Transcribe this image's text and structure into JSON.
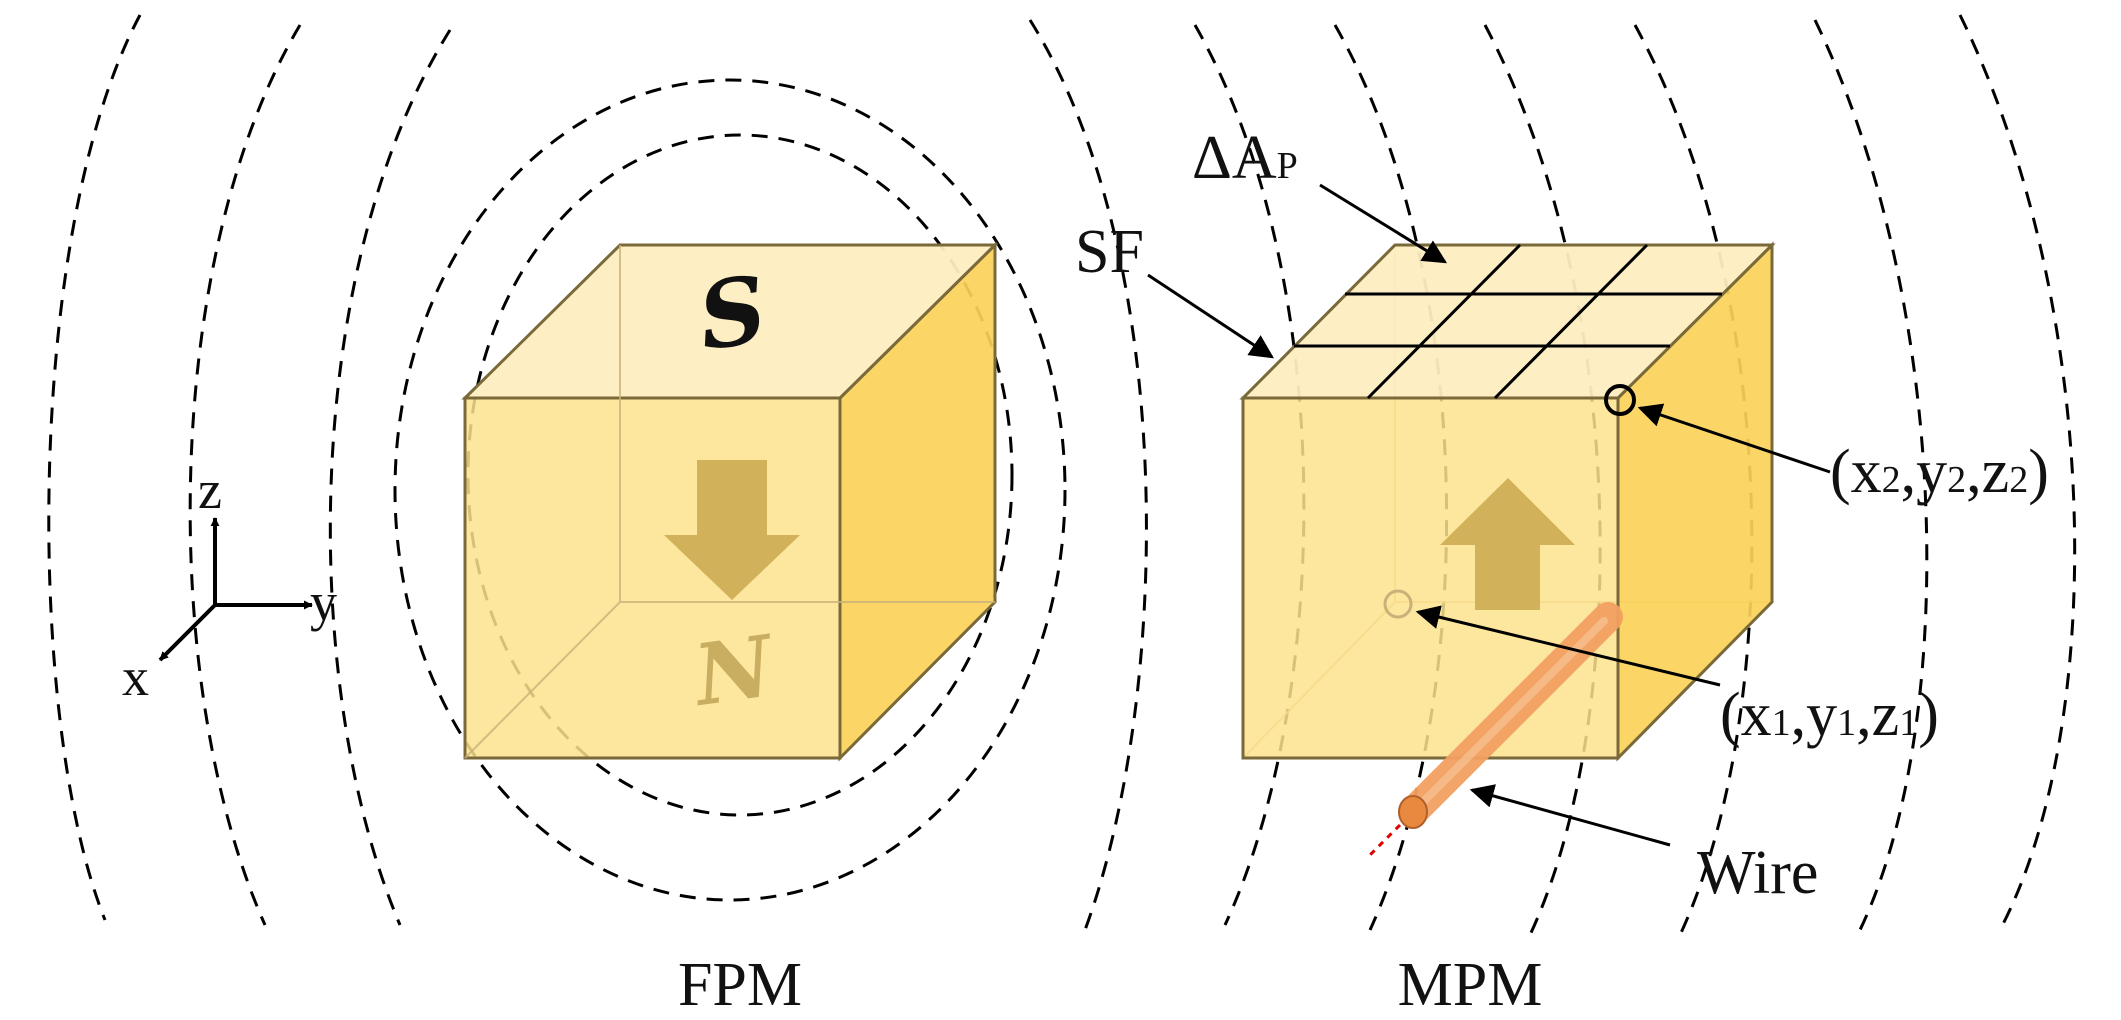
{
  "magnets": {
    "fixed": {
      "label": "FPM",
      "top_pole": "S",
      "bottom_pole": "N",
      "magnetization_direction": "down"
    },
    "moving": {
      "label": "MPM",
      "magnetization_direction": "up"
    }
  },
  "annotations": {
    "delta_area": {
      "main": "ΔA",
      "sub": "P"
    },
    "surface": "SF",
    "point2": {
      "parts": [
        "(x",
        "2",
        ",y",
        "2",
        ",z",
        "2",
        ")"
      ]
    },
    "point1": {
      "parts": [
        "(x",
        "1",
        ",y",
        "1",
        ",z",
        "1",
        ")"
      ]
    },
    "wire": "Wire"
  },
  "axes": {
    "z": "z",
    "y": "y",
    "x": "x"
  },
  "colors": {
    "cube_front": "#fde28c",
    "cube_top": "#fdedc0",
    "cube_side": "#fbd35a",
    "cube_edge": "#7a6a3a",
    "arrow": "#c9a850",
    "wire": "#f3a060",
    "wire_end": "#e98940",
    "wire_trace": "#e00000"
  }
}
